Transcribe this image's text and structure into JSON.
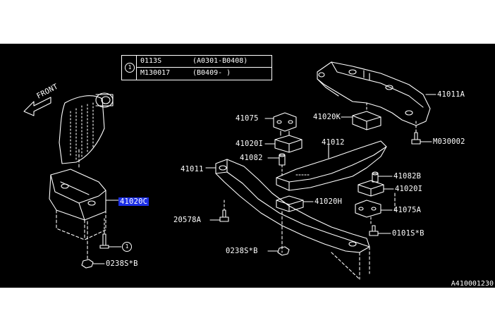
{
  "legend": {
    "ref_marker": "1",
    "rows": [
      {
        "part": "0113S",
        "range": "(A0301-B0408)"
      },
      {
        "part": "M130017",
        "range": "(B0409-      )"
      }
    ]
  },
  "front_label": "FRONT",
  "callouts": {
    "c41020C": "41020C",
    "c02385B_left": "0238S*B",
    "c_ref1": "1",
    "c41075_top": "41075",
    "c41020K": "41020K",
    "c41011A": "41011A",
    "cM030002": "M030002",
    "c41020I_top": "41020I",
    "c41012": "41012",
    "c41082": "41082",
    "c41011": "41011",
    "c41082B": "41082B",
    "c41020I_right": "41020I",
    "c41020H": "41020H",
    "c41075A": "41075A",
    "c20578A": "20578A",
    "c0101SB": "0101S*B",
    "c02385B_bottom": "0238S*B"
  },
  "corner_ref": "A410001230",
  "colors": {
    "background": "#000000",
    "line": "#ffffff",
    "highlight": "#1c2fe6"
  }
}
